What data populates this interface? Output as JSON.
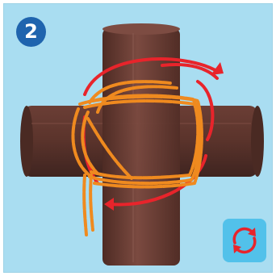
{
  "step": {
    "number": "2"
  },
  "scene": {
    "background_color": "#a9ddf1",
    "pole_color": "#6d3f36",
    "rope_color": "#ef8a1f",
    "arrow_color": "#e8242b",
    "description_icons": [
      "vertical-pole",
      "horizontal-pole",
      "lashing-rope",
      "direction-arrow"
    ]
  },
  "controls": {
    "rotate_button_color": "#52c1ea",
    "rotate_icon": "rotate-icon"
  }
}
